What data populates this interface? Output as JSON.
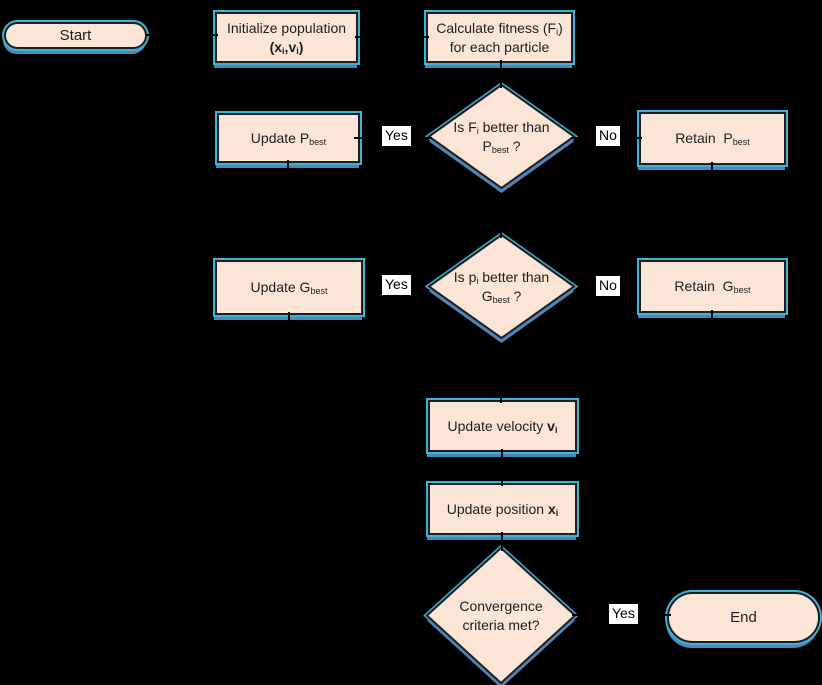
{
  "colors": {
    "background": "#000000",
    "shape_fill": "#fbe5d6",
    "shape_border": "#211d1e",
    "text": "#211d1e",
    "glow": "#3ab5d8",
    "shadow": "#4e86b8",
    "label_bg": "#ffffff",
    "label_text": "#000000",
    "line": "#000000"
  },
  "nodes": {
    "start": {
      "label": "Start"
    },
    "init": {
      "line1": "Initialize population",
      "line2_parts": [
        {
          "t": "(",
          "b": true
        },
        {
          "t": "x",
          "b": true
        },
        {
          "t": "i",
          "sub": true,
          "b": true
        },
        {
          "t": ",",
          "b": true
        },
        {
          "t": "v",
          "b": true
        },
        {
          "t": "i",
          "sub": true,
          "b": true
        },
        {
          "t": ")",
          "b": true
        }
      ]
    },
    "calc": {
      "line1_parts": [
        {
          "t": "Calculate fitness (F"
        },
        {
          "t": "i",
          "sub": true
        },
        {
          "t": ")"
        }
      ],
      "line2": "for each particle"
    },
    "pbest_decision": {
      "line1_parts": [
        {
          "t": "Is F"
        },
        {
          "t": "i",
          "sub": true
        },
        {
          "t": " better than"
        }
      ],
      "line2_parts": [
        {
          "t": "P"
        },
        {
          "t": "best",
          "sub": true
        },
        {
          "t": " ?"
        }
      ]
    },
    "update_pbest": {
      "parts": [
        {
          "t": "Update P"
        },
        {
          "t": "best",
          "sub": true
        }
      ]
    },
    "retain_pbest": {
      "parts": [
        {
          "t": "Retain  P"
        },
        {
          "t": "best",
          "sub": true
        }
      ]
    },
    "gbest_decision": {
      "line1_parts": [
        {
          "t": "Is p"
        },
        {
          "t": "i",
          "sub": true
        },
        {
          "t": " better than"
        }
      ],
      "line2_parts": [
        {
          "t": "G"
        },
        {
          "t": "best",
          "sub": true
        },
        {
          "t": " ?"
        }
      ]
    },
    "update_gbest": {
      "parts": [
        {
          "t": "Update G"
        },
        {
          "t": "best",
          "sub": true
        }
      ]
    },
    "retain_gbest": {
      "parts": [
        {
          "t": "Retain  G"
        },
        {
          "t": "best",
          "sub": true
        }
      ]
    },
    "update_velocity": {
      "parts": [
        {
          "t": "Update velocity "
        },
        {
          "t": "v",
          "b": true
        },
        {
          "t": "i",
          "sub": true,
          "b": true
        }
      ]
    },
    "update_position": {
      "parts": [
        {
          "t": "Update position "
        },
        {
          "t": "x",
          "b": true
        },
        {
          "t": "i",
          "sub": true,
          "b": true
        }
      ]
    },
    "convergence": {
      "line1": "Convergence",
      "line2": "criteria met?"
    },
    "end": {
      "label": "End"
    }
  },
  "edge_labels": {
    "pbest_yes": "Yes",
    "pbest_no": "No",
    "gbest_yes": "Yes",
    "gbest_no": "No",
    "convergence_yes": "Yes"
  }
}
